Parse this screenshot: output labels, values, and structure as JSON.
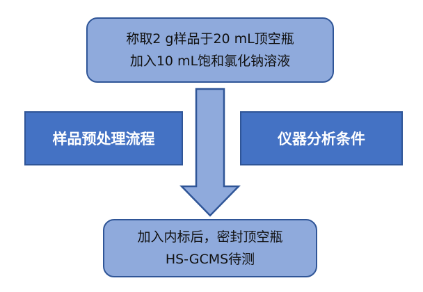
{
  "top_box": {
    "line1": "称取2 g样品于20 mL顶空瓶",
    "line2": "加入10 mL饱和氯化钠溶液"
  },
  "left_box": {
    "label": "样品预处理流程"
  },
  "right_box": {
    "label": "仪器分析条件"
  },
  "bottom_box": {
    "line1": "加入内标后，密封顶空瓶",
    "line2": "HS-GCMS待测"
  },
  "colors": {
    "light_fill": "#8faadc",
    "dark_fill": "#4472c4",
    "border": "#2f5597"
  }
}
